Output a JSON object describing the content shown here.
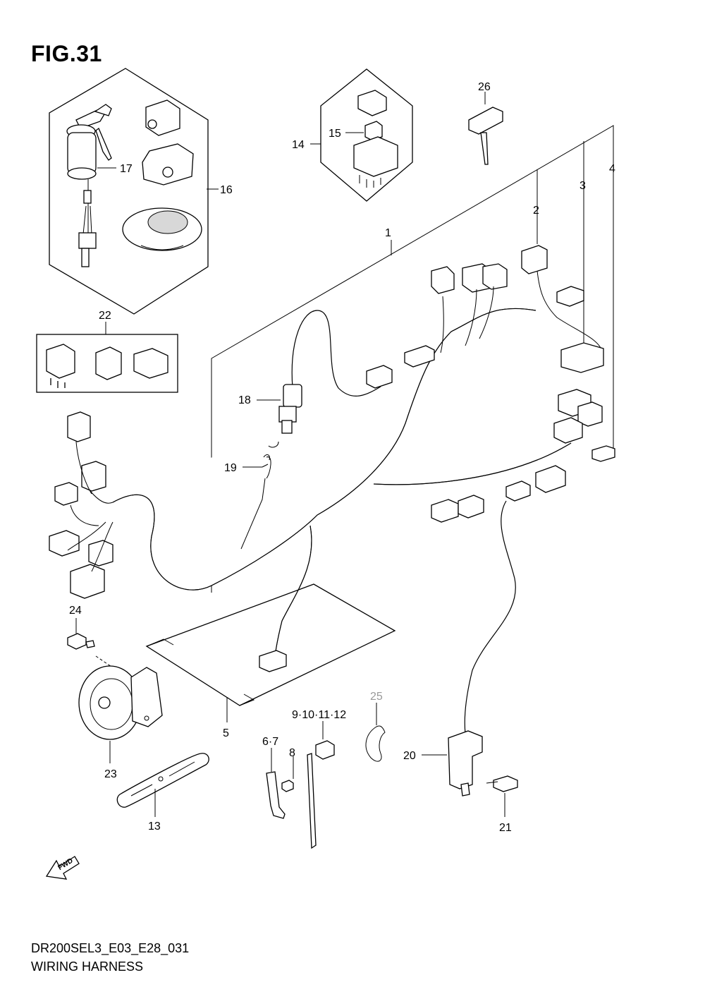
{
  "figure": {
    "title": "FIG.31",
    "code": "DR200SEL3_E03_E28_031",
    "name": "WIRING HARNESS",
    "fwd_label": "FWD"
  },
  "callouts": {
    "p1": "1",
    "p2": "2",
    "p3": "3",
    "p4": "4",
    "p5": "5",
    "p6_7": "6·7",
    "p8": "8",
    "p9_12": "9·10·11·12",
    "p13": "13",
    "p14": "14",
    "p15": "15",
    "p16": "16",
    "p17": "17",
    "p18": "18",
    "p19": "19",
    "p20": "20",
    "p21": "21",
    "p22": "22",
    "p23": "23",
    "p24": "24",
    "p25": "25",
    "p26": "26"
  }
}
